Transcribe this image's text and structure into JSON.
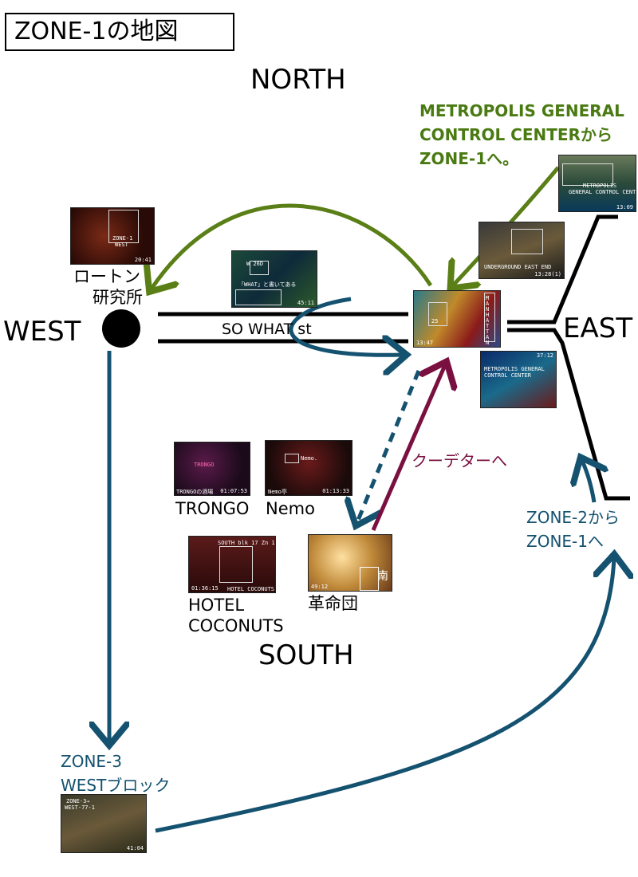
{
  "title": "ZONE-1の地図",
  "directions": {
    "north": "NORTH",
    "south": "SOUTH",
    "east": "EAST",
    "west": "WEST"
  },
  "street": "SO WHAT st",
  "places": {
    "lawton": [
      "ロートン",
      "研究所"
    ],
    "trongo": "TRONGO",
    "nemo": "Nemo",
    "hotel": [
      "HOTEL",
      "COCONUTS"
    ],
    "revolution": "革命団"
  },
  "routes": {
    "from_metropolis": [
      "METROPOLIS GENERAL",
      "CONTROL CENTERから",
      "ZONE-1へ。"
    ],
    "coup": "クーデターへ",
    "from_zone2": [
      "ZONE-2から",
      "ZONE-1へ"
    ],
    "to_zone3": [
      "ZONE-3",
      "WESTブロック"
    ]
  },
  "thumbnails": {
    "west": {
      "caption": [
        "ZONE-1",
        "WEST"
      ],
      "time": "20:41"
    },
    "sowhat": {
      "caption": [
        "W 26D",
        "「WHAT」と書いてある"
      ],
      "time": "45:11"
    },
    "metropolis": {
      "caption": [
        "METROPOLIS",
        "GENERAL CONTROL CENTER"
      ],
      "time": "13:09"
    },
    "underground": {
      "caption": [
        "UNDERGROUND EAST END"
      ],
      "time": "13:28(1)"
    },
    "manhattan": {
      "caption": [
        "MANHATTAN",
        "25"
      ],
      "time": "13:47"
    },
    "control": {
      "caption": [
        "METROPOLIS GENERAL",
        "CONTROL CENTER"
      ],
      "time": "37:12"
    },
    "trongo": {
      "caption": [
        "TRONGO",
        "TRONGOの酒場"
      ],
      "time": "01:07:53"
    },
    "nemo": {
      "caption": [
        "Nemo.",
        "Nemo亭"
      ],
      "time": "01:13:33"
    },
    "hotel": {
      "caption": [
        "SOUTH blk 17 Zn 1",
        "HOTEL COCONUTS"
      ],
      "time": "01:36:15"
    },
    "revolution": {
      "caption": [
        "南"
      ],
      "time": "49:12"
    },
    "zone3": {
      "caption": [
        "ZONE-3→",
        "WEST-77-1"
      ],
      "time": "41:04"
    }
  },
  "colors": {
    "green": "#5a7f16",
    "blue": "#145270",
    "maroon": "#7a1040",
    "black": "#000000"
  }
}
